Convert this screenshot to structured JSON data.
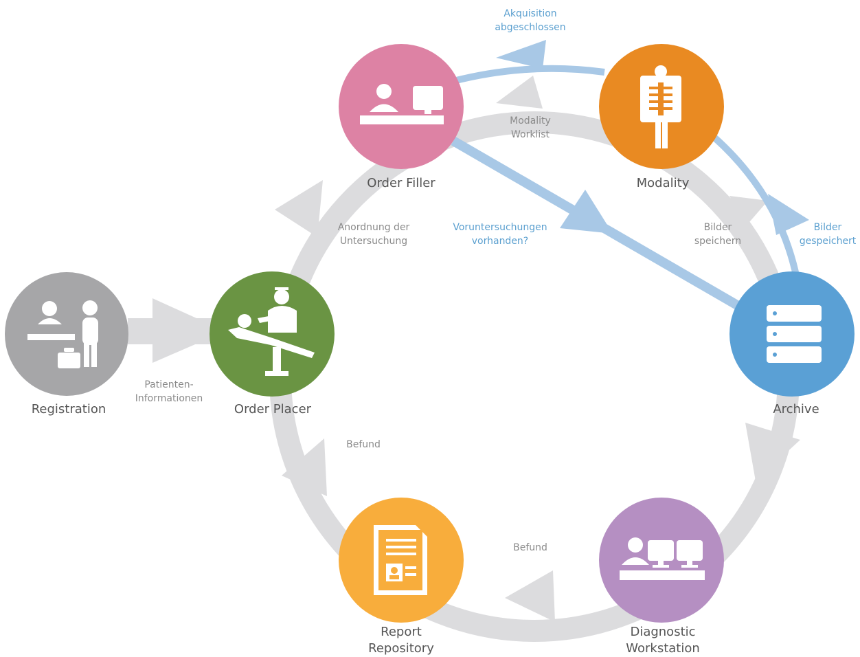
{
  "colors": {
    "ring": "#dcdcde",
    "flow": "#a8c8e6",
    "registration": "#a6a6a8",
    "order_placer": "#6a9443",
    "order_filler": "#dd82a4",
    "modality": "#e98a22",
    "archive": "#5aa0d5",
    "diagnostic_workstation": "#b58fc2",
    "report_repository": "#f8ad3c",
    "label_gray": "#8a8a8a",
    "label_blue": "#5a9fcf",
    "node_text": "#555555"
  },
  "nodes": {
    "registration": {
      "label": "Registration",
      "icon": "reception-desk-icon"
    },
    "order_placer": {
      "label": "Order Placer",
      "icon": "doctor-patient-icon"
    },
    "order_filler": {
      "label": "Order Filler",
      "icon": "desk-computer-icon"
    },
    "modality": {
      "label": "Modality",
      "icon": "xray-icon"
    },
    "archive": {
      "label": "Archive",
      "icon": "server-icon"
    },
    "diagnostic_workstation": {
      "label_line1": "Diagnostic",
      "label_line2": "Workstation",
      "icon": "workstation-icon"
    },
    "report_repository": {
      "label_line1": "Report",
      "label_line2": "Repository",
      "icon": "report-document-icon"
    }
  },
  "edges": {
    "patient_info": "Patienten-\nInformationen",
    "order_request": "Anordnung der\nUntersuchung",
    "modality_worklist": "Modality\nWorklist",
    "acquisition_done": "Akquisition\nabgeschlossen",
    "prior_exams": "Voruntersuchungen\nvorhanden?",
    "store_images": "Bilder\nspeichern",
    "images_stored": "Bilder\ngespeichert",
    "report_bottom": "Befund",
    "report_left": "Befund"
  }
}
